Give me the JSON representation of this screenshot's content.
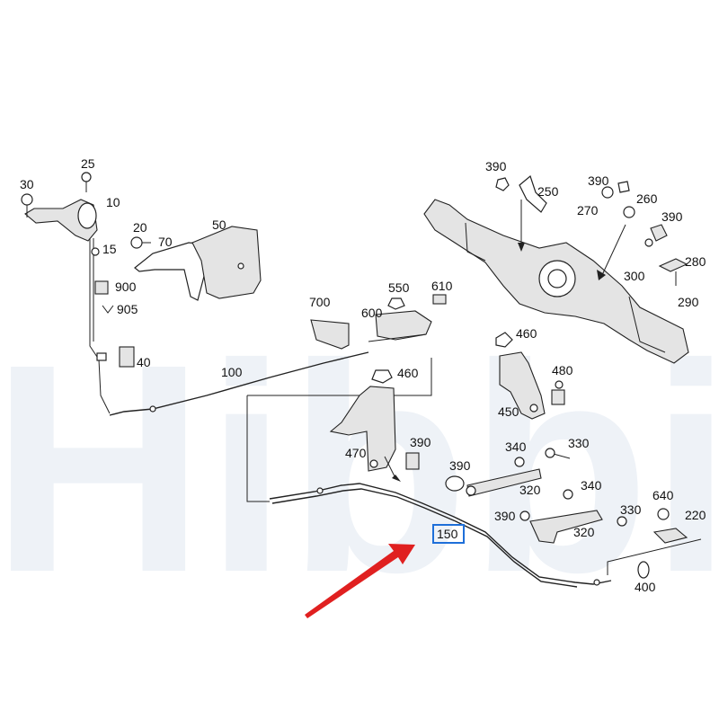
{
  "watermark": {
    "text": "Hibbi",
    "color": "#eef2f7"
  },
  "highlight": {
    "label": "150",
    "box_color": "#1e6fd9",
    "arrow_color": "#e02020"
  },
  "callouts": [
    {
      "id": "c30",
      "text": "30"
    },
    {
      "id": "c25",
      "text": "25"
    },
    {
      "id": "c10",
      "text": "10"
    },
    {
      "id": "c20",
      "text": "20"
    },
    {
      "id": "c50",
      "text": "50"
    },
    {
      "id": "c70",
      "text": "70"
    },
    {
      "id": "c15",
      "text": "15"
    },
    {
      "id": "c900",
      "text": "900"
    },
    {
      "id": "c905",
      "text": "905"
    },
    {
      "id": "c40",
      "text": "40"
    },
    {
      "id": "c100",
      "text": "100"
    },
    {
      "id": "c700",
      "text": "700"
    },
    {
      "id": "c550",
      "text": "550"
    },
    {
      "id": "c610",
      "text": "610"
    },
    {
      "id": "c600",
      "text": "600"
    },
    {
      "id": "c460a",
      "text": "460"
    },
    {
      "id": "c470",
      "text": "470"
    },
    {
      "id": "c390a",
      "text": "390"
    },
    {
      "id": "c390b",
      "text": "390"
    },
    {
      "id": "c390c",
      "text": "390"
    },
    {
      "id": "c250",
      "text": "250"
    },
    {
      "id": "c390d",
      "text": "390"
    },
    {
      "id": "c260",
      "text": "260"
    },
    {
      "id": "c270",
      "text": "270"
    },
    {
      "id": "c390e",
      "text": "390"
    },
    {
      "id": "c280",
      "text": "280"
    },
    {
      "id": "c300",
      "text": "300"
    },
    {
      "id": "c290",
      "text": "290"
    },
    {
      "id": "c460b",
      "text": "460"
    },
    {
      "id": "c480",
      "text": "480"
    },
    {
      "id": "c450",
      "text": "450"
    },
    {
      "id": "c340a",
      "text": "340"
    },
    {
      "id": "c330a",
      "text": "330"
    },
    {
      "id": "c320a",
      "text": "320"
    },
    {
      "id": "c340b",
      "text": "340"
    },
    {
      "id": "c390f",
      "text": "390"
    },
    {
      "id": "c330b",
      "text": "330"
    },
    {
      "id": "c320b",
      "text": "320"
    },
    {
      "id": "c640",
      "text": "640"
    },
    {
      "id": "c220",
      "text": "220"
    },
    {
      "id": "c400",
      "text": "400"
    }
  ]
}
